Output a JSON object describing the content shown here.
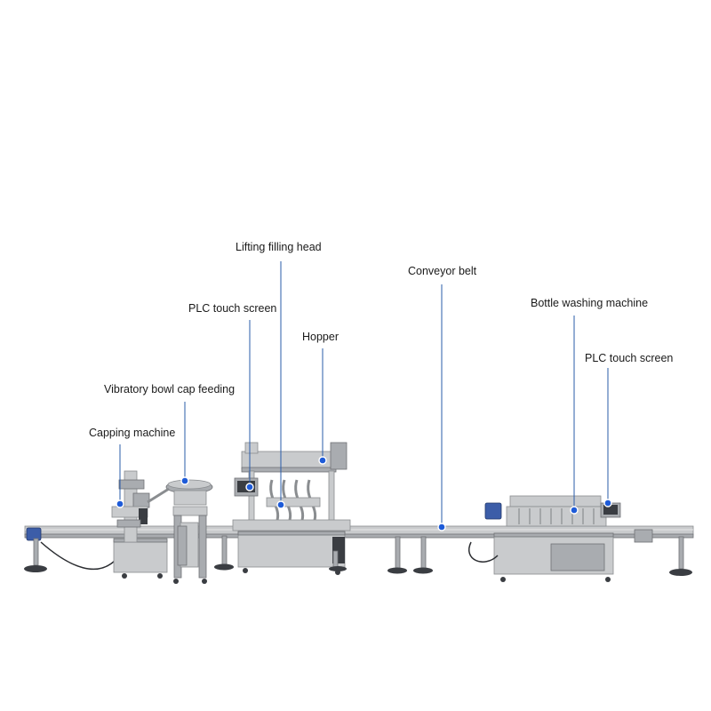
{
  "labels": {
    "lifting_filling_head": "Lifting filling head",
    "plc_touch_screen_left": "PLC touch screen",
    "hopper": "Hopper",
    "vibratory_bowl": "Vibratory bowl cap feeding",
    "capping_machine": "Capping machine",
    "conveyor_belt": "Conveyor belt",
    "bottle_washing_machine": "Bottle washing machine",
    "plc_touch_screen_right": "PLC touch screen"
  },
  "colors": {
    "leader_line": "#2a5caa",
    "marker_dot": "#1e5bd8",
    "steel": "#c9cbcd",
    "motor": "#3c5da8"
  }
}
